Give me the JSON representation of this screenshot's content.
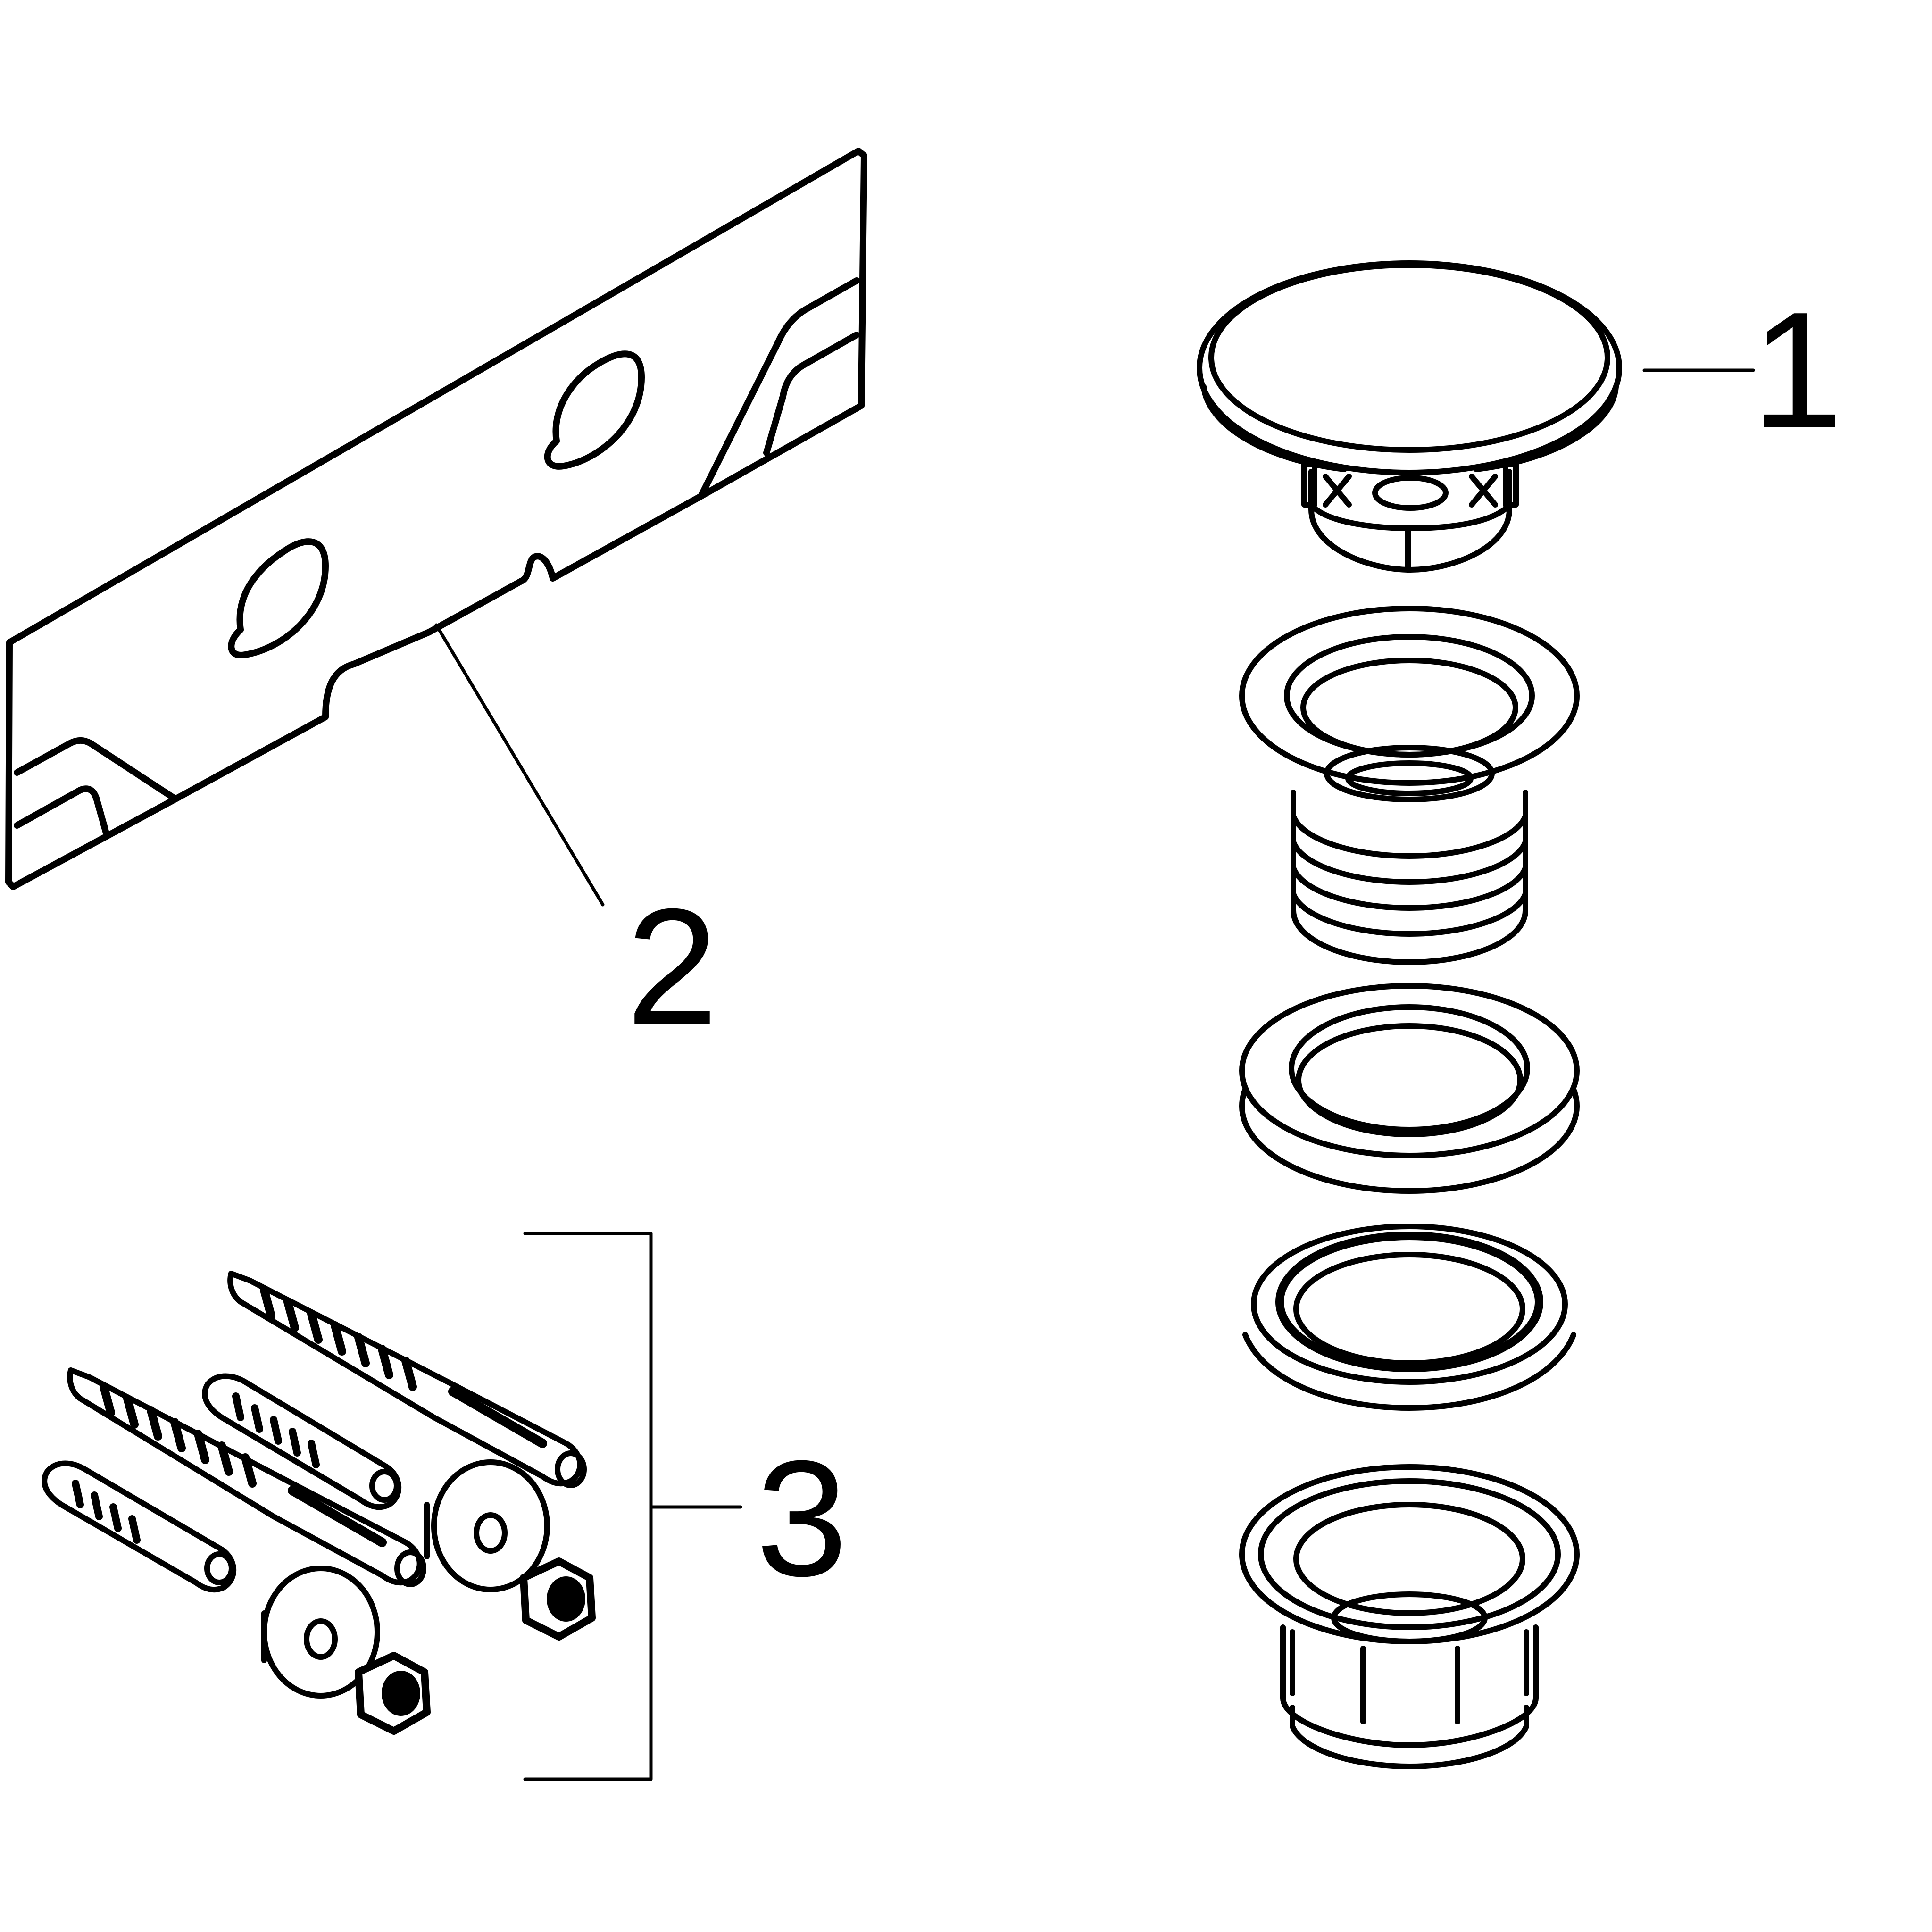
{
  "diagram": {
    "callouts": [
      {
        "id": "drain-cap",
        "label": "1"
      },
      {
        "id": "mounting-bracket",
        "label": "2"
      },
      {
        "id": "fixing-set",
        "label": "3"
      }
    ],
    "colors": {
      "line": "#000000",
      "background": "#ffffff"
    }
  }
}
